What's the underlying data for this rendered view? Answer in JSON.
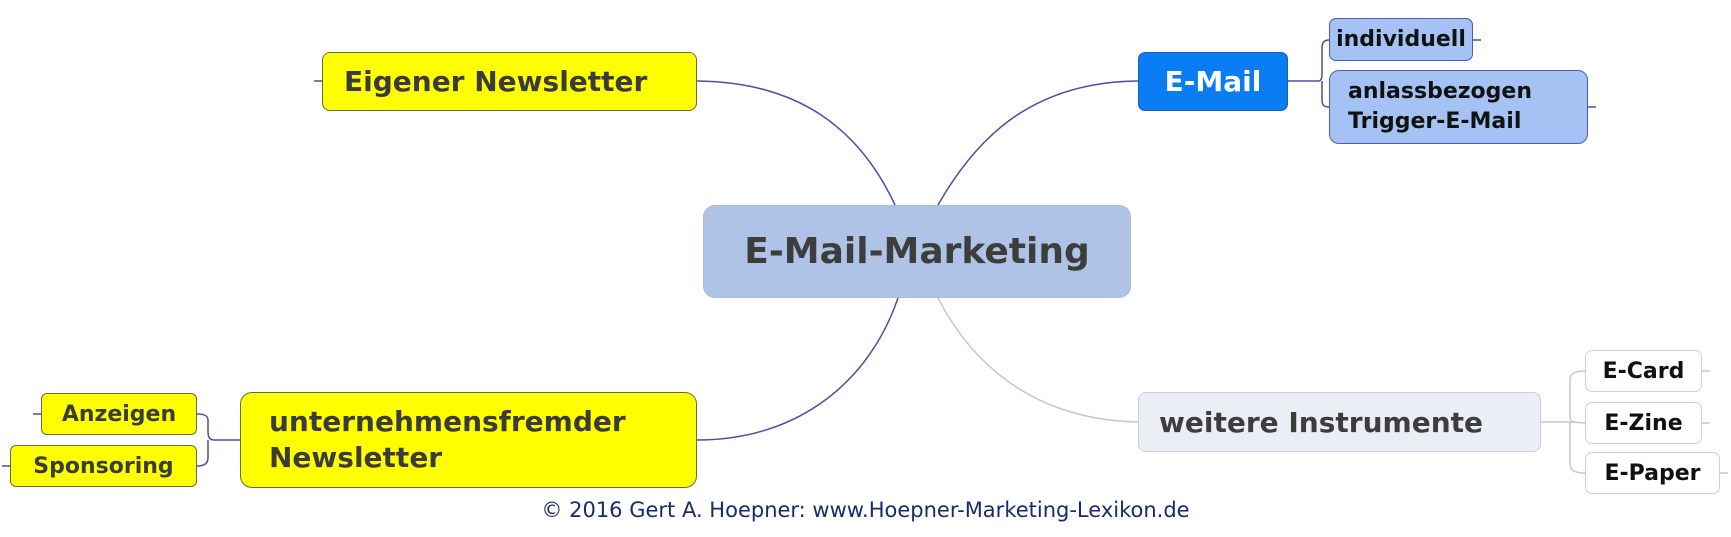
{
  "central": "E-Mail-Marketing",
  "branches": {
    "eigener_newsletter": "Eigener Newsletter",
    "unternehmensfremder_newsletter": [
      "unternehmensfremder",
      "Newsletter"
    ],
    "anzeigen": "Anzeigen",
    "sponsoring": "Sponsoring",
    "email": "E-Mail",
    "individuell": "individuell",
    "anlassbezogen": [
      "anlassbezogen",
      "Trigger-E-Mail"
    ],
    "weitere_instrumente": "weitere Instrumente",
    "ecard": "E-Card",
    "ezine": "E-Zine",
    "epaper": "E-Paper"
  },
  "footer": "© 2016 Gert A. Hoepner: www.Hoepner-Marketing-Lexikon.de",
  "colors": {
    "central": "#aec3e6",
    "yellow": "#ffff00",
    "email": "#0a7cf4",
    "email_sub": "#a4c2f4",
    "weitere": "#eceef6",
    "connector": "#4a4fa0",
    "connector_light": "#c8c8c8"
  }
}
